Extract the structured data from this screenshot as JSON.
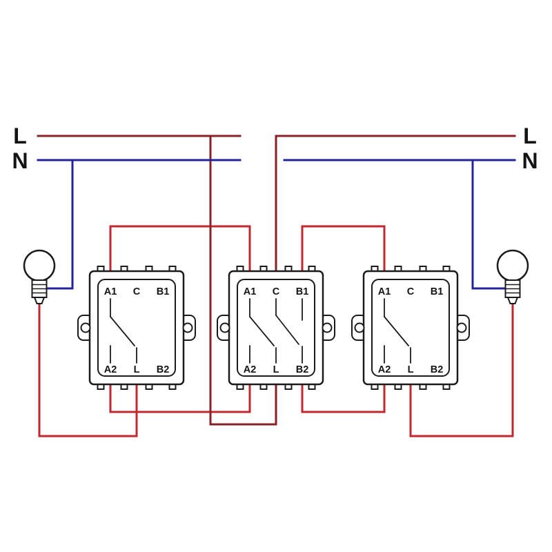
{
  "diagram": {
    "bus_labels": {
      "phase_left": "L",
      "neutral_left": "N",
      "phase_right": "L",
      "neutral_right": "N"
    },
    "colors": {
      "phase": "#8a2025",
      "switched": "#c1272d",
      "neutral": "#23239b"
    },
    "switches": [
      {
        "terminals_top": [
          "A1",
          "C",
          "B1"
        ],
        "terminals_bottom": [
          "A2",
          "L",
          "B2"
        ]
      },
      {
        "terminals_top": [
          "A1",
          "C",
          "B1"
        ],
        "terminals_bottom": [
          "A2",
          "L",
          "B2"
        ]
      },
      {
        "terminals_top": [
          "A1",
          "C",
          "B1"
        ],
        "terminals_bottom": [
          "A2",
          "L",
          "B2"
        ]
      }
    ]
  }
}
